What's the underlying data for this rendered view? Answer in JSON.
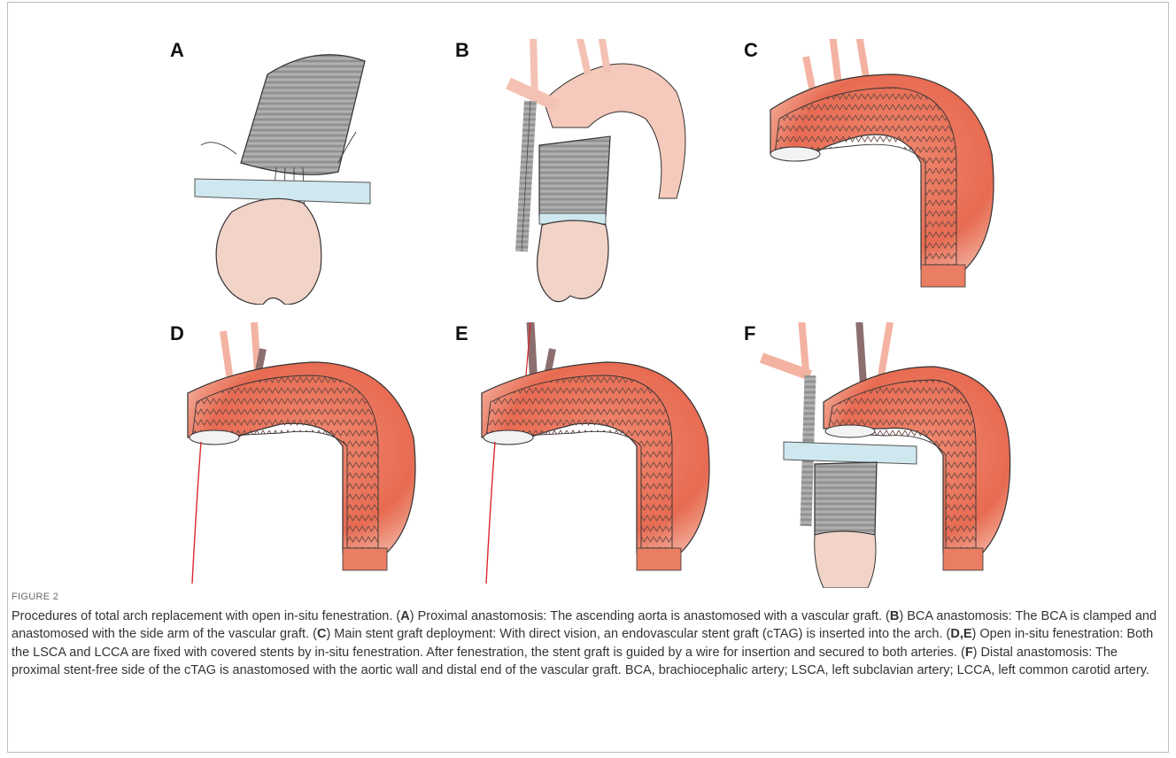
{
  "figure": {
    "label": "FIGURE 2",
    "panels": [
      {
        "id": "A",
        "label": "A",
        "illustration": "proximal anastomosis drawing"
      },
      {
        "id": "B",
        "label": "B",
        "illustration": "BCA anastomosis drawing"
      },
      {
        "id": "C",
        "label": "C",
        "illustration": "main stent graft deployment drawing"
      },
      {
        "id": "D",
        "label": "D",
        "illustration": "open in-situ fenestration LSCA drawing"
      },
      {
        "id": "E",
        "label": "E",
        "illustration": "open in-situ fenestration LCCA drawing"
      },
      {
        "id": "F",
        "label": "F",
        "illustration": "distal anastomosis drawing"
      }
    ],
    "colors": {
      "aorta": "#e8735b",
      "aorta_pale": "#f4c2b4",
      "graft": "#9e9e9e",
      "clamp": "#cfe8ef",
      "wire": "#d8282d",
      "heart": "#f2d3c7"
    },
    "caption": {
      "intro": "Procedures of total arch replacement with open in-situ fenestration. (",
      "a_label": "A",
      "a_text": ") Proximal anastomosis: The ascending aorta is anastomosed with a vascular graft. (",
      "b_label": "B",
      "b_text": ") BCA anastomosis: The BCA is clamped and anastomosed with the side arm of the vascular graft. (",
      "c_label": "C",
      "c_text": ") Main stent graft deployment: With direct vision, an endovascular stent graft (cTAG) is inserted into the arch. (",
      "de_label": "D,E",
      "de_text": ") Open in-situ fenestration: Both the LSCA and LCCA are fixed with covered stents by in-situ fenestration. After fenestration, the stent graft is guided by a wire for insertion and secured to both arteries. (",
      "f_label": "F",
      "f_text": ") Distal anastomosis: The proximal stent-free side of the cTAG is anastomosed with the aortic wall and distal end of the vascular graft. BCA, brachiocephalic artery; LSCA, left subclavian artery; LCCA, left common carotid artery."
    }
  }
}
